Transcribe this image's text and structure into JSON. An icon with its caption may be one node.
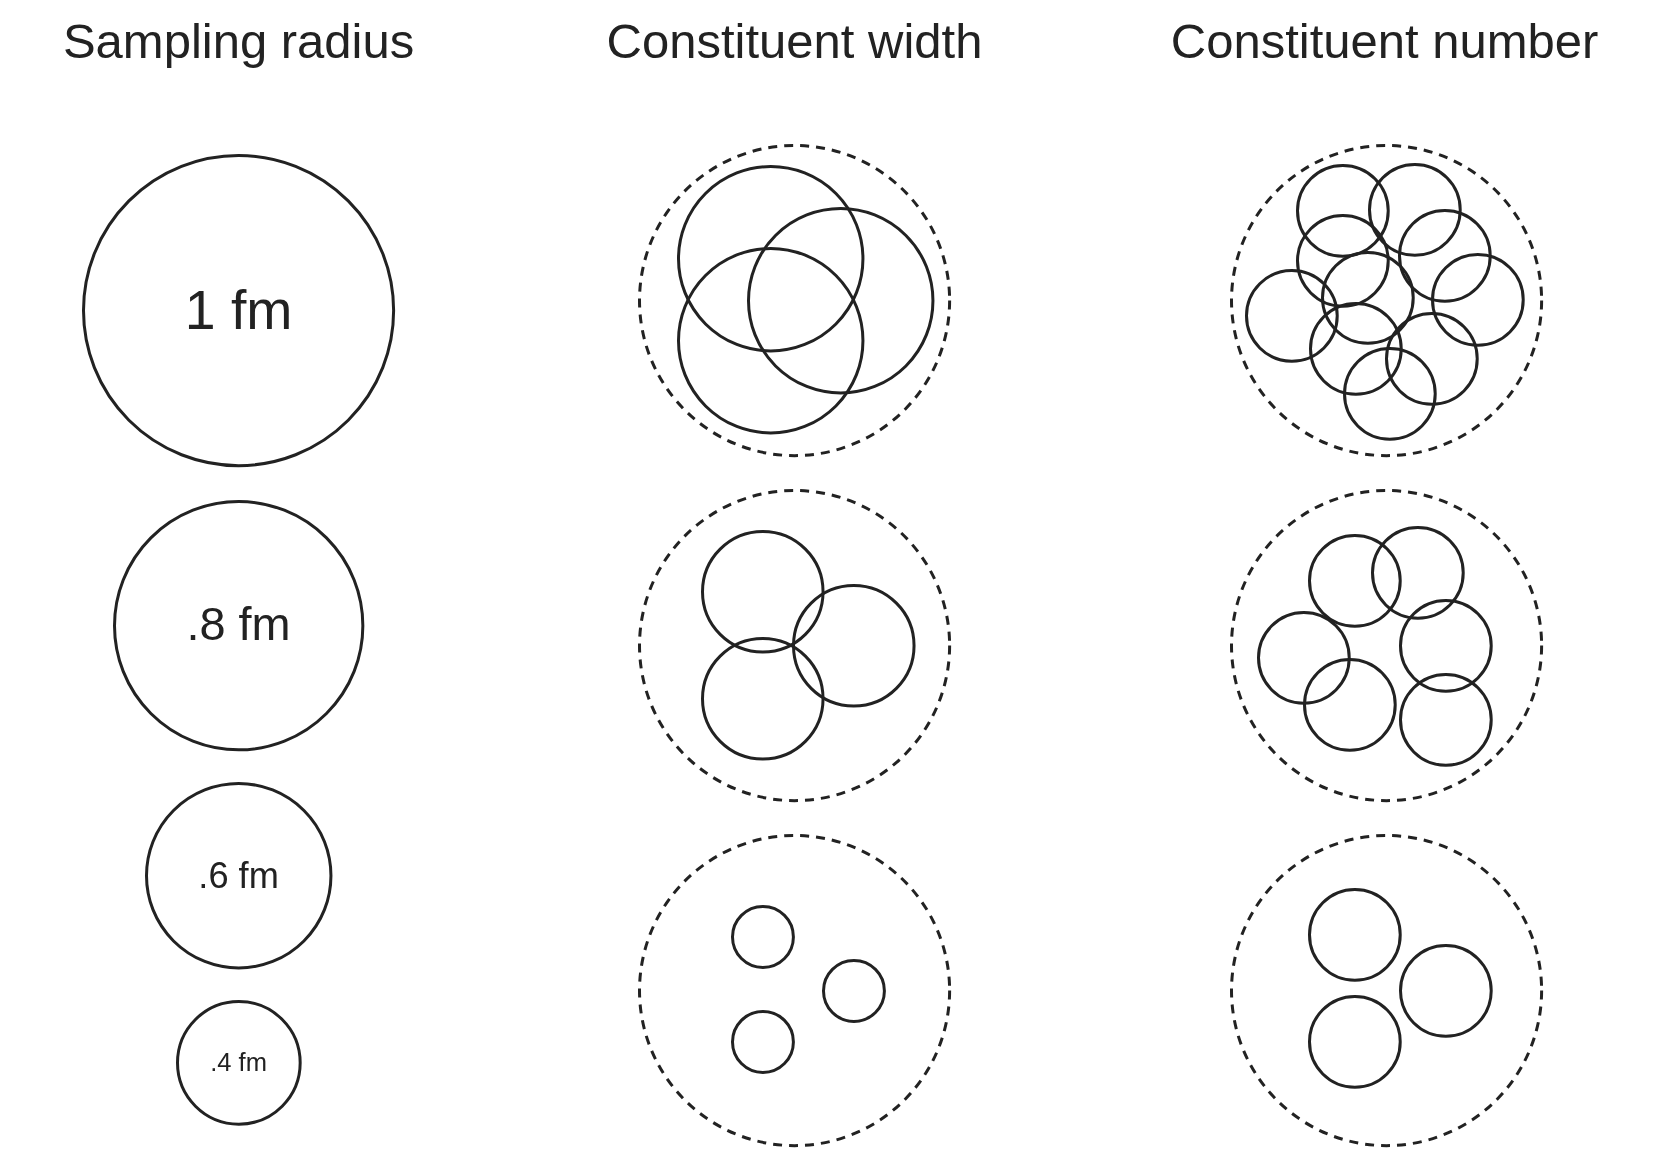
{
  "diagram": {
    "nodes": [
      {
        "text": [
          "1 fm"
        ]
      },
      {
        "text": [
          ".8 fm"
        ]
      },
      {
        "text": [
          ".6 fm"
        ]
      },
      {
        "text": [
          ".4 fm"
        ]
      },
      {
        "text": [],
        "shape": "circle"
      },
      {
        "text": [],
        "shape": "circle",
        "in": 4
      },
      {
        "text": [],
        "shape": "circle",
        "in": 4
      },
      {
        "text": [],
        "shape": "circle",
        "in": 4
      },
      {
        "text": [],
        "shape": "circle"
      },
      {
        "text": [],
        "shape": "circle",
        "in": 8
      },
      {
        "text": [],
        "shape": "circle",
        "in": 8
      },
      {
        "text": [],
        "shape": "circle",
        "in": 8
      },
      {
        "text": [],
        "shape": "circle"
      },
      {
        "text": [],
        "shape": "circle",
        "in": 12
      },
      {
        "text": [],
        "shape": "circle",
        "in": 12
      },
      {
        "text": [],
        "shape": "circle",
        "in": 12
      },
      {
        "text": [],
        "shape": "circle"
      },
      {
        "text": [],
        "shape": "circle",
        "in": 16
      },
      {
        "text": [],
        "shape": "circle",
        "in": 16
      },
      {
        "text": [],
        "shape": "circle",
        "in": 16
      },
      {
        "text": [],
        "shape": "circle",
        "in": 16
      },
      {
        "text": [],
        "shape": "circle",
        "in": 16
      },
      {
        "text": [],
        "shape": "circle",
        "in": 16
      },
      {
        "text": [],
        "shape": "circle",
        "in": 16
      },
      {
        "text": [],
        "shape": "circle",
        "in": 16
      },
      {
        "text": [],
        "shape": "circle",
        "in": 16
      },
      {
        "text": [],
        "shape": "circle",
        "in": 16
      },
      {
        "text": [],
        "shape": "circle"
      },
      {
        "text": [],
        "shape": "circle",
        "in": 27
      },
      {
        "text": [],
        "shape": "circle",
        "in": 27
      },
      {
        "text": [],
        "shape": "circle",
        "in": 27
      },
      {
        "text": [],
        "shape": "circle",
        "in": 27
      },
      {
        "text": [],
        "shape": "circle",
        "in": 27
      },
      {
        "text": [],
        "shape": "circle",
        "in": 27
      },
      {
        "text": [],
        "shape": "circle"
      },
      {
        "text": [],
        "shape": "circle",
        "in": 34
      },
      {
        "text": [],
        "shape": "circle",
        "in": 34
      },
      {
        "text": [],
        "shape": "circle",
        "in": 34
      }
    ],
    "labels": [
      "Sampling radius",
      "Constituent width",
      "Constituent number"
    ]
  }
}
